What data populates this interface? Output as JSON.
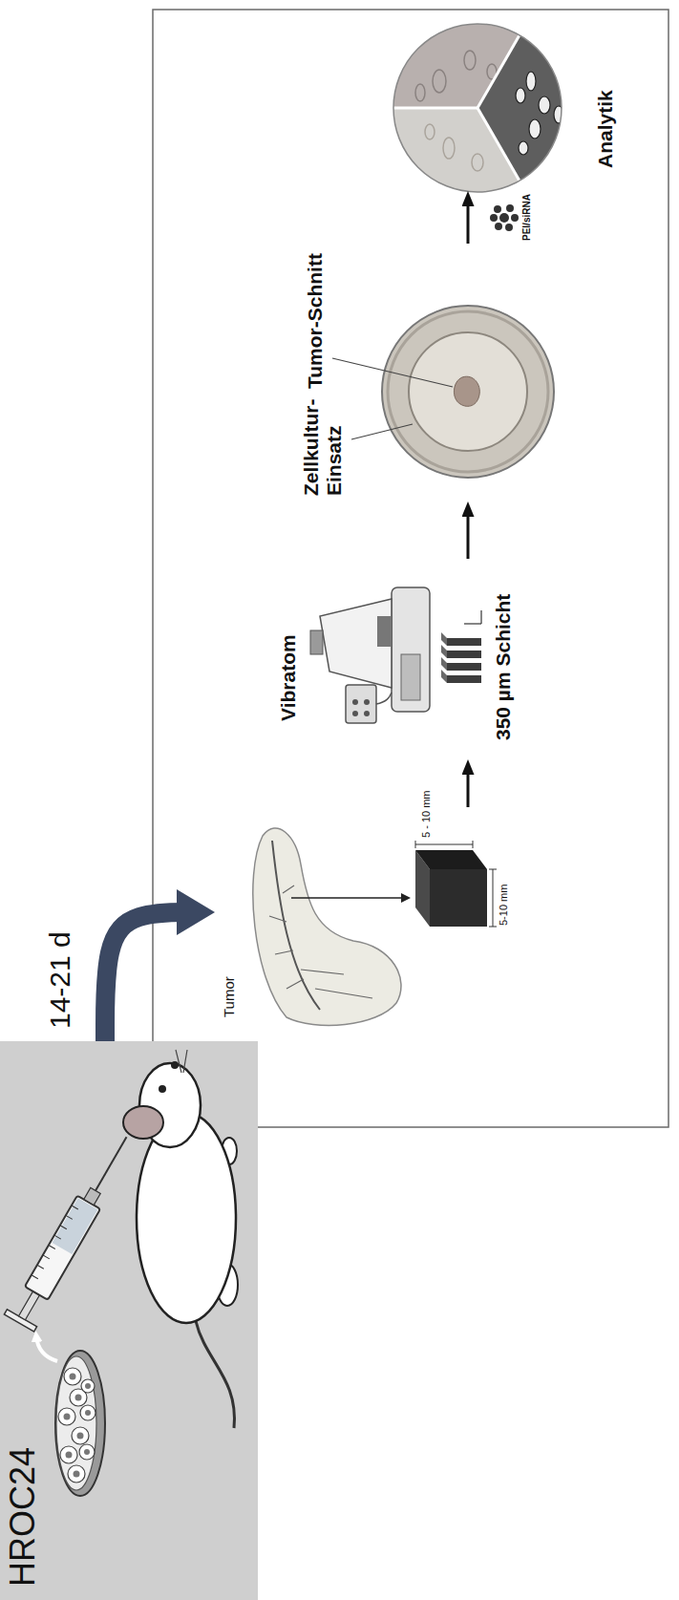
{
  "diagram": {
    "nodes": [
      {
        "text": [
          "HROC24"
        ]
      },
      {
        "text": [
          "Tumor"
        ]
      },
      {
        "text": [
          "Vibratom",
          "350 µm Schicht"
        ]
      },
      {
        "text": [
          "Zellkultur- Einsatz",
          "Tumor-Schnitt"
        ]
      },
      {
        "text": [
          "Analytik"
        ]
      }
    ],
    "edges": [
      {
        "from": 0,
        "to": 1,
        "label": "14-21 d",
        "arrow": "to"
      },
      {
        "from": 1,
        "to": 2,
        "arrow": "to"
      },
      {
        "from": 2,
        "to": 3,
        "arrow": "to"
      },
      {
        "from": 3,
        "to": 4,
        "label": "PEI/siRNA",
        "arrow": "to"
      }
    ],
    "labels": [
      "5-10 mm",
      "5 - 10 mm"
    ]
  }
}
